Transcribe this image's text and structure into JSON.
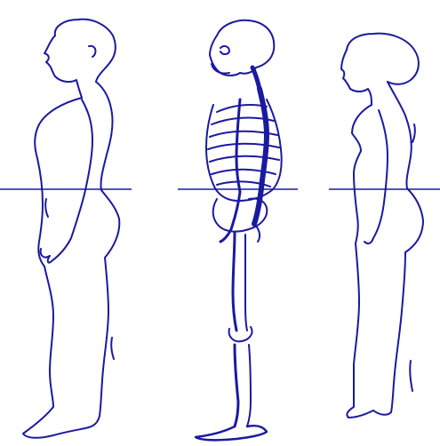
{
  "colors": {
    "background": "#ffffff",
    "ink": "#1a1aa0",
    "ink_dark": "#0c0c80"
  },
  "figures": [
    {
      "name": "male-profile-outline"
    },
    {
      "name": "skeleton-profile"
    },
    {
      "name": "female-profile-outline"
    }
  ]
}
